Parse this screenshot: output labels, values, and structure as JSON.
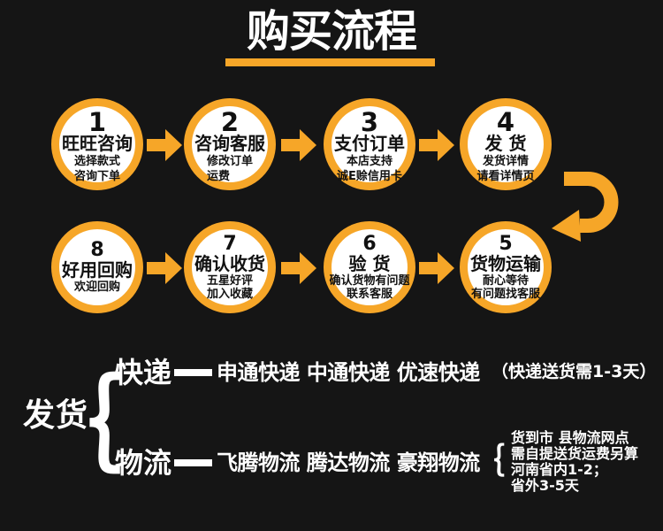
{
  "title": "购买流程",
  "colors": {
    "background": "#151515",
    "accent_orange": "#F6A628",
    "circle_fill": "#FFFFFF",
    "text_on_circle": "#111111",
    "text_white": "#FFFFFF"
  },
  "steps_row1": [
    {
      "num": "1",
      "title": "旺旺咨询",
      "lines": [
        "选择款式",
        "咨询下单"
      ]
    },
    {
      "num": "2",
      "title": "咨询客服",
      "lines": [
        "修改订单",
        "运费"
      ]
    },
    {
      "num": "3",
      "title": "支付订单",
      "lines": [
        "本店支持",
        "诚E赊信用卡"
      ]
    },
    {
      "num": "4",
      "title": "发 货",
      "lines": [
        "发货详情",
        "请看详情页"
      ]
    }
  ],
  "steps_row2": [
    {
      "num": "8",
      "title": "好用回购",
      "lines": [
        "欢迎回购"
      ]
    },
    {
      "num": "7",
      "title": "确认收货",
      "lines": [
        "五星好评",
        "加入收藏"
      ]
    },
    {
      "num": "6",
      "title": "验 货",
      "lines": [
        "确认货物有问题",
        "联系客服"
      ]
    },
    {
      "num": "5",
      "title": "货物运输",
      "lines": [
        "耐心等待",
        "有问题找客服"
      ]
    }
  ],
  "shipping": {
    "label": "发货",
    "brace": "｛",
    "express_label": "快递",
    "express_companies": "申通快递 中通快递 优速快递",
    "express_note": "（快递送货需1-3天）",
    "logistics_label": "物流",
    "logistics_companies": "飞腾物流 腾达物流 豪翔物流",
    "logistics_note_lines": [
      "货到市 县物流网点",
      "需自提送货运费另算",
      "河南省内1-2；",
      "省外3-5天"
    ]
  }
}
